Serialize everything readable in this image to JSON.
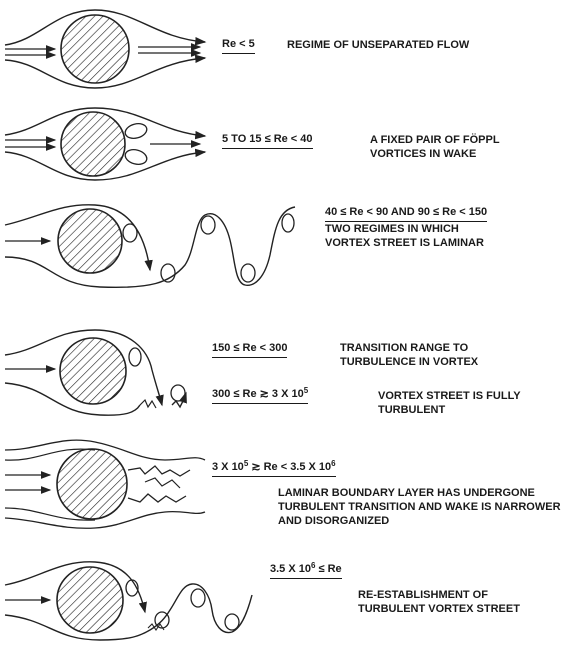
{
  "regimes": [
    {
      "condition": "Re < 5",
      "description": "REGIME OF UNSEPARATED FLOW"
    },
    {
      "condition": "5 TO 15 ≤ Re < 40",
      "description": "A FIXED PAIR OF FÖPPL VORTICES IN WAKE"
    },
    {
      "condition": "40 ≤ Re < 90 AND 90 ≤ Re < 150",
      "description": "TWO REGIMES IN WHICH VORTEX STREET IS LAMINAR"
    },
    {
      "condition": "150 ≤ Re < 300",
      "description": "TRANSITION RANGE TO TURBULENCE IN VORTEX",
      "condition2_prefix": "300 ≤ Re ≳ 3 X 10",
      "condition2_exp": "5",
      "description2": "VORTEX STREET IS FULLY TURBULENT"
    },
    {
      "condition_prefix": "3 X 10",
      "condition_exp1": "5",
      "condition_mid": " ≳ Re < 3.5 X 10",
      "condition_exp2": "6",
      "description": "LAMINAR BOUNDARY LAYER HAS UNDERGONE TURBULENT TRANSITION AND WAKE IS NARROWER AND DISORGANIZED"
    },
    {
      "condition_prefix": "3.5 X 10",
      "condition_exp": "6",
      "condition_suffix": " ≤ Re",
      "description": "RE-ESTABLISHMENT OF TURBULENT VORTEX STREET"
    }
  ]
}
